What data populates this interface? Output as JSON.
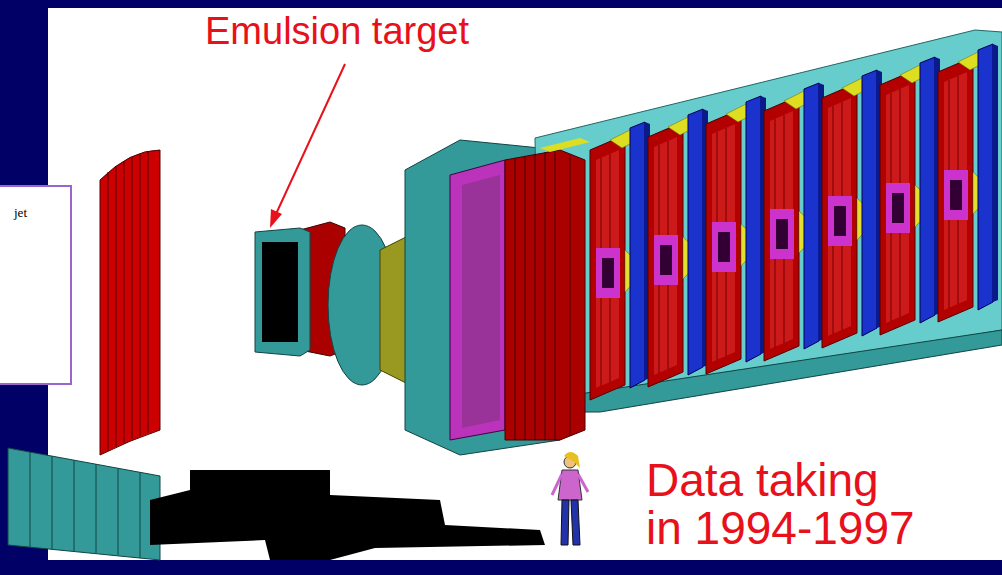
{
  "diagram": {
    "nodes": [
      {
        "text": [
          "jet"
        ]
      }
    ],
    "labels": [
      "Emulsion target",
      "Data taking in 1994-1997"
    ]
  }
}
